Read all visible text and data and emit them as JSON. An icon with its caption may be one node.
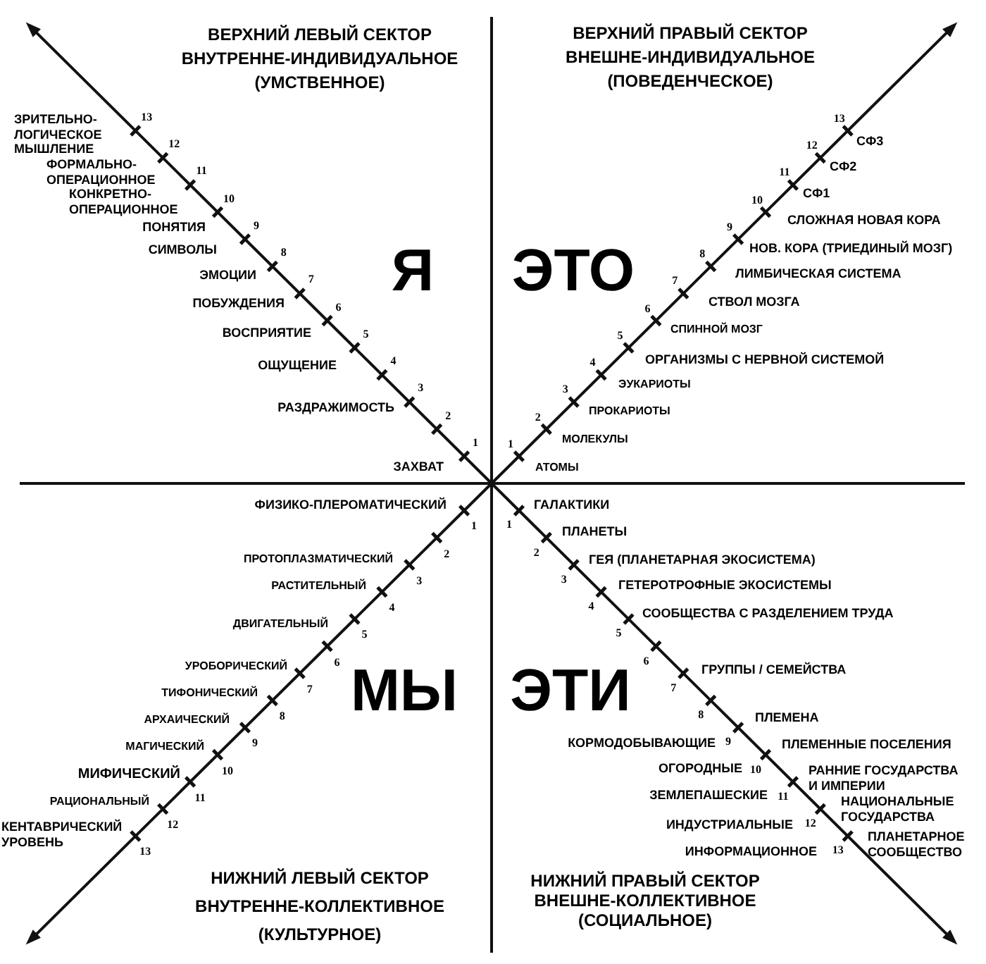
{
  "diagram": {
    "labels": [
      "ВЕРХНИЙ ЛЕВЫЙ СЕКТОР ВНУТРЕННЕ-ИНДИВИДУАЛЬНОЕ (УМСТВЕННОЕ)",
      "ЗРИТЕЛЬНО-ЛОГИЧЕСКОЕ МЫШЛЕНИЕ",
      "13",
      "12",
      "ФОРМАЛЬНО-ОПЕРАЦИОННОЕ",
      "11",
      "КОНКРЕТНО-ОПЕРАЦИОННОЕ",
      "10",
      "ПОНЯТИЯ",
      "9",
      "СИМВОЛЫ",
      "8",
      "ЭМОЦИИ",
      "7",
      "ПОБУЖДЕНИЯ",
      "6",
      "ВОСПРИЯТИЕ",
      "5",
      "ОЩУЩЕНИЕ",
      "4",
      "3",
      "РАЗДРАЖИМОСТЬ",
      "2",
      "1",
      "ЗАХВАТ",
      "Я",
      "ВЕРХНИЙ ПРАВЫЙ СЕКТОР ВНЕШНЕ-ИНДИВИДУАЛЬНОЕ (ПОВЕДЕНЧЕСКОЕ)",
      "13",
      "12",
      "СФ3",
      "11",
      "СФ2",
      "10",
      "СФ1",
      "9",
      "СЛОЖНАЯ НОВАЯ КОРА",
      "8",
      "НОВ. КОРА (ТРИЕДИНЫЙ МОЗГ)",
      "7",
      "ЛИМБИЧЕСКАЯ СИСТЕМА",
      "6",
      "СТВОЛ МОЗГА",
      "5",
      "СПИННОЙ МОЗГ",
      "4",
      "ОРГАНИЗМЫ С НЕРВНОЙ СИСТЕМОЙ",
      "3",
      "ЭУКАРИОТЫ",
      "2",
      "ПРОКАРИОТЫ",
      "1",
      "МОЛЕКУЛЫ",
      "АТОМЫ",
      "ЭТО",
      "ФИЗИКО-ПЛЕРОМАТИЧЕСКИЙ",
      "1",
      "ПРОТОПЛАЗМАТИЧЕСКИЙ",
      "2",
      "РАСТИТЕЛЬНЫЙ",
      "3",
      "4",
      "ДВИГАТЕЛЬНЫЙ",
      "5",
      "УРОБОРИЧЕСКИЙ",
      "6",
      "ТИФОНИЧЕСКИЙ",
      "7",
      "АРХАИЧЕСКИЙ",
      "8",
      "МАГИЧЕСКИЙ",
      "9",
      "МИФИЧЕСКИЙ",
      "10",
      "РАЦИОНАЛЬНЫЙ",
      "11",
      "КЕНТАВРИЧЕСКИЙ УРОВЕНЬ",
      "12",
      "13",
      "МЫ",
      "НИЖНИЙ ЛЕВЫЙ СЕКТОР ВНУТРЕННЕ-КОЛЛЕКТИВНОЕ (КУЛЬТУРНОЕ)",
      "ГАЛАКТИКИ",
      "1",
      "ПЛАНЕТЫ",
      "2",
      "ГЕЯ (ПЛАНЕТАРНАЯ ЭКОСИСТЕМА)",
      "3",
      "ГЕТЕРОТРОФНЫЕ ЭКОСИСТЕМЫ",
      "4",
      "СООБЩЕСТВА С РАЗДЕЛЕНИЕМ ТРУДА",
      "5",
      "6",
      "ГРУППЫ / СЕМЕЙСТВА",
      "7",
      "8",
      "ПЛЕМЕНА",
      "КОРМОДОБЫВАЮЩИЕ",
      "9",
      "ПЛЕМЕННЫЕ ПОСЕЛЕНИЯ",
      "ОГОРОДНЫЕ",
      "10",
      "РАННИЕ ГОСУДАРСТВА И ИМПЕРИИ",
      "ЗЕМЛЕПАШЕСКИЕ",
      "11",
      "НАЦИОНАЛЬНЫЕ ГОСУДАРСТВА",
      "ИНДУСТРИАЛЬНЫЕ",
      "12",
      "ИНФОРМАЦИОННОЕ",
      "13",
      "ПЛАНЕТАРНОЕ СООБЩЕСТВО",
      "ЭТИ",
      "НИЖНИЙ ПРАВЫЙ СЕКТОР ВНЕШНЕ-КОЛЛЕКТИВНОЕ (СОЦИАЛЬНОЕ)"
    ]
  }
}
